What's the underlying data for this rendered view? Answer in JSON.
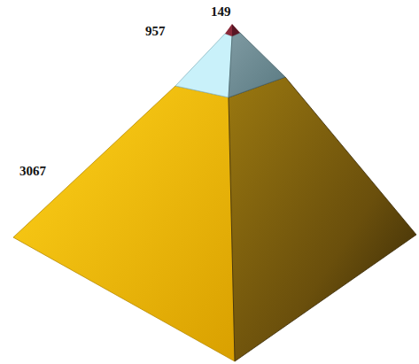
{
  "diagram": {
    "labels": [
      "149",
      "957",
      "3067"
    ]
  }
}
